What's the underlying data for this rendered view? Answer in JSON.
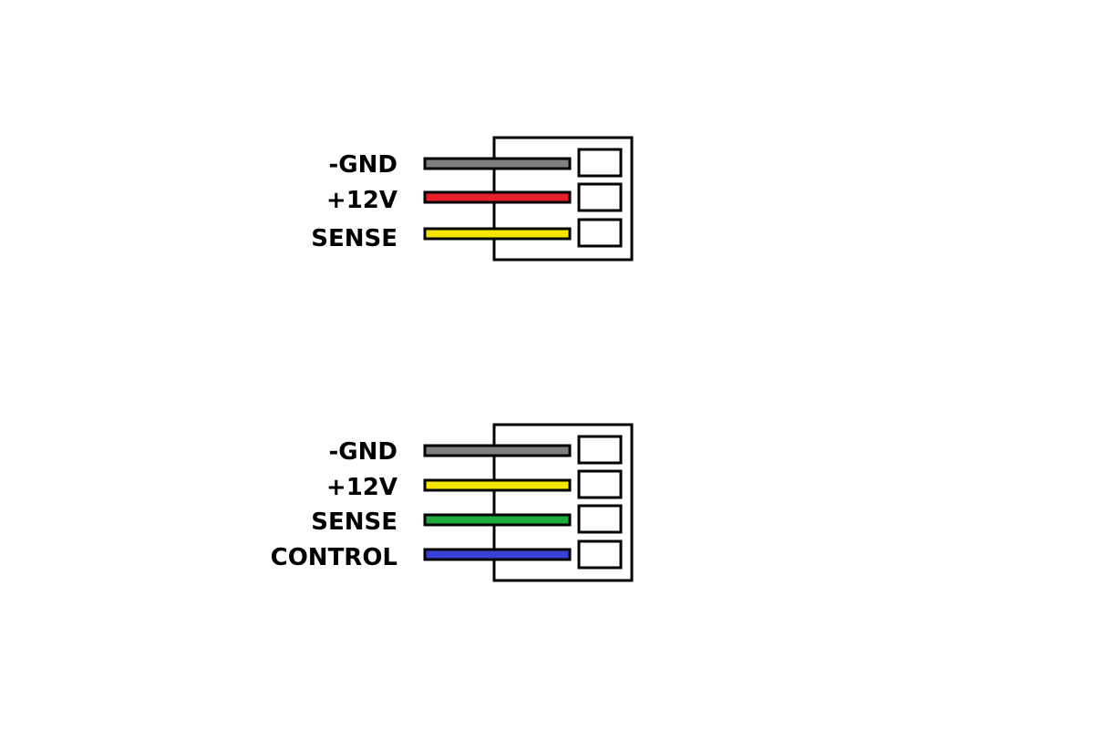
{
  "connectors": [
    {
      "pins": [
        {
          "label": "-GND",
          "wire_color": "#808080"
        },
        {
          "label": "+12V",
          "wire_color": "#e8202a"
        },
        {
          "label": "SENSE",
          "wire_color": "#f5e600"
        }
      ]
    },
    {
      "pins": [
        {
          "label": "-GND",
          "wire_color": "#808080"
        },
        {
          "label": "+12V",
          "wire_color": "#f5e600"
        },
        {
          "label": "SENSE",
          "wire_color": "#1fa83c"
        },
        {
          "label": "CONTROL",
          "wire_color": "#3a3fd6"
        }
      ]
    }
  ]
}
